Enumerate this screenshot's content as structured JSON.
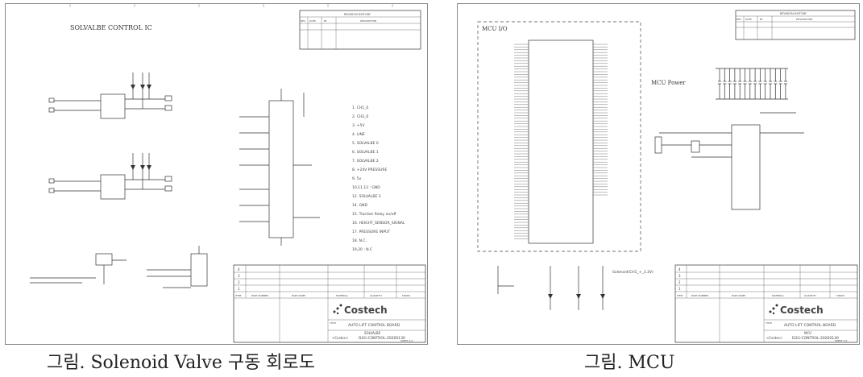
{
  "left": {
    "sheet_title": "SOLVALBE CONTROL IC",
    "revision_header": "REVISION HISTORY",
    "revision_columns": [
      "REV",
      "DATE",
      "BY",
      "DESCRIPTION"
    ],
    "pin_list": [
      "1. CH1_0",
      "2. CH2_0",
      "3. +5V",
      "4. LINE",
      "5. SOLVALBE 0",
      "6. SOLVALBE 1",
      "7. SOLVALBE 2",
      "8. +24V PRESSURE",
      "9. 5v",
      "10,11,13 : GND",
      "12. SOLVALBE 3",
      "14. GND",
      "15. Traction Relay on/off",
      "16. HEIGHT_SENSOR_SIGNAL",
      "17. PRESSURE INPUT",
      "18. N.C.",
      "19,20 : N.C"
    ],
    "title_block": {
      "rows": [
        "4",
        "3",
        "2",
        "1"
      ],
      "columns": [
        "ITEM",
        "PART NUMBER",
        "PART NAME",
        "MATERIAL",
        "QUANTITY",
        "FINISH"
      ],
      "company": "Costech",
      "title_label": "TITLE",
      "title": "AUTO LIFT CONTROL BOARD",
      "sheet_name": "SOLVALBE",
      "doc_number": "D2G-CONTROL-20200130",
      "producer": "<Costec>",
      "sheet": "SHEET 1/1"
    }
  },
  "right": {
    "block_title": "MCU I/O",
    "power_title": "MCU Power",
    "revision_header": "REVISION HISTORY",
    "revision_columns": [
      "REV",
      "DATE",
      "BY",
      "DESCRIPTION"
    ],
    "solenoid_label": "Solenoid(CH1_+_3.3V)",
    "title_block": {
      "rows": [
        "4",
        "3",
        "2",
        "1"
      ],
      "columns": [
        "ITEM",
        "PART NUMBER",
        "PART NAME",
        "MATERIAL",
        "QUANTITY",
        "FINISH"
      ],
      "company": "Costech",
      "title_label": "TITLE",
      "title": "AUTO LIFT CONTROL BOARD",
      "sheet_name": "MCU",
      "doc_number": "D2G-CONTROL-20200130",
      "producer": "<Costec>",
      "sheet": "SHEET 1/1"
    }
  },
  "captions": {
    "left": "그림. Solenoid Valve 구동 회로도",
    "right": "그림. MCU"
  }
}
